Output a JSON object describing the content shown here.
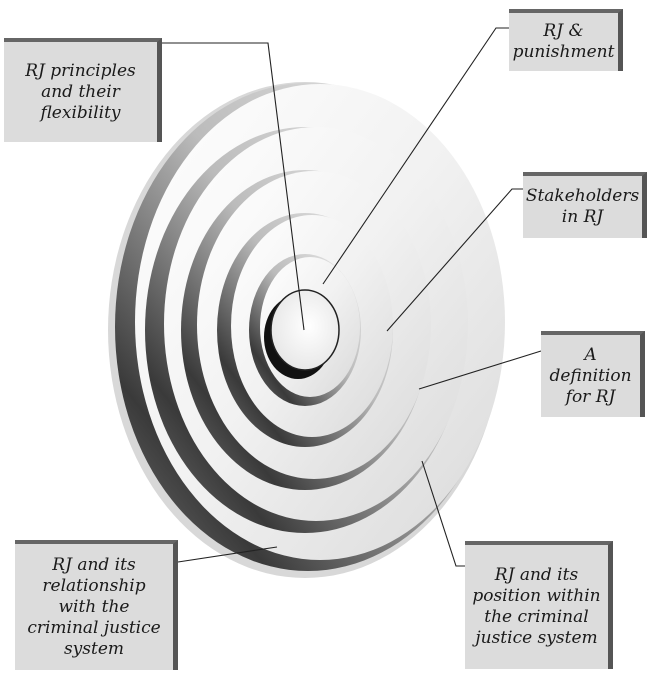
{
  "diagram": {
    "colors": {
      "label_background": "#dcdcdc",
      "label_shadow": "#555555",
      "ring_light": "#f4f4f4",
      "ring_dark": "#4a4a4a",
      "leader_line": "#222222"
    },
    "labels": {
      "principles": "RJ principles\nand their\nflexibility",
      "punishment": "RJ &\npunishment",
      "stakeholders": "Stakeholders\nin RJ",
      "definition": "A\ndefinition\nfor RJ",
      "relationship": "RJ and its\nrelationship\nwith the\ncriminal justice\nsystem",
      "position": "RJ and its\nposition within\nthe criminal\njustice system"
    }
  }
}
